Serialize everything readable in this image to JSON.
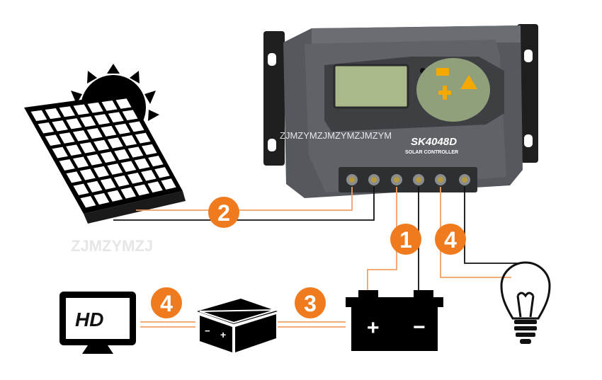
{
  "controller": {
    "model": "SK4048D",
    "subtitle": "SOLAR CONTROLLER",
    "watermark": "ZJMZYMZJMZYMZJMZYM"
  },
  "badges": [
    "2",
    "1",
    "4",
    "4",
    "3"
  ],
  "monitor": {
    "label": "HD"
  },
  "battery": {
    "plus": "+",
    "minus": "−"
  },
  "small_battery": {
    "plus": "+",
    "minus": "−"
  },
  "faded_label": "ZJMZYMZJ",
  "colors": {
    "orange": "#f07a1e",
    "controller_body": "#5a5d61",
    "lcd": "#aab98a",
    "button_yellow": "#f5a800",
    "wire_orange": "#f2a064"
  }
}
